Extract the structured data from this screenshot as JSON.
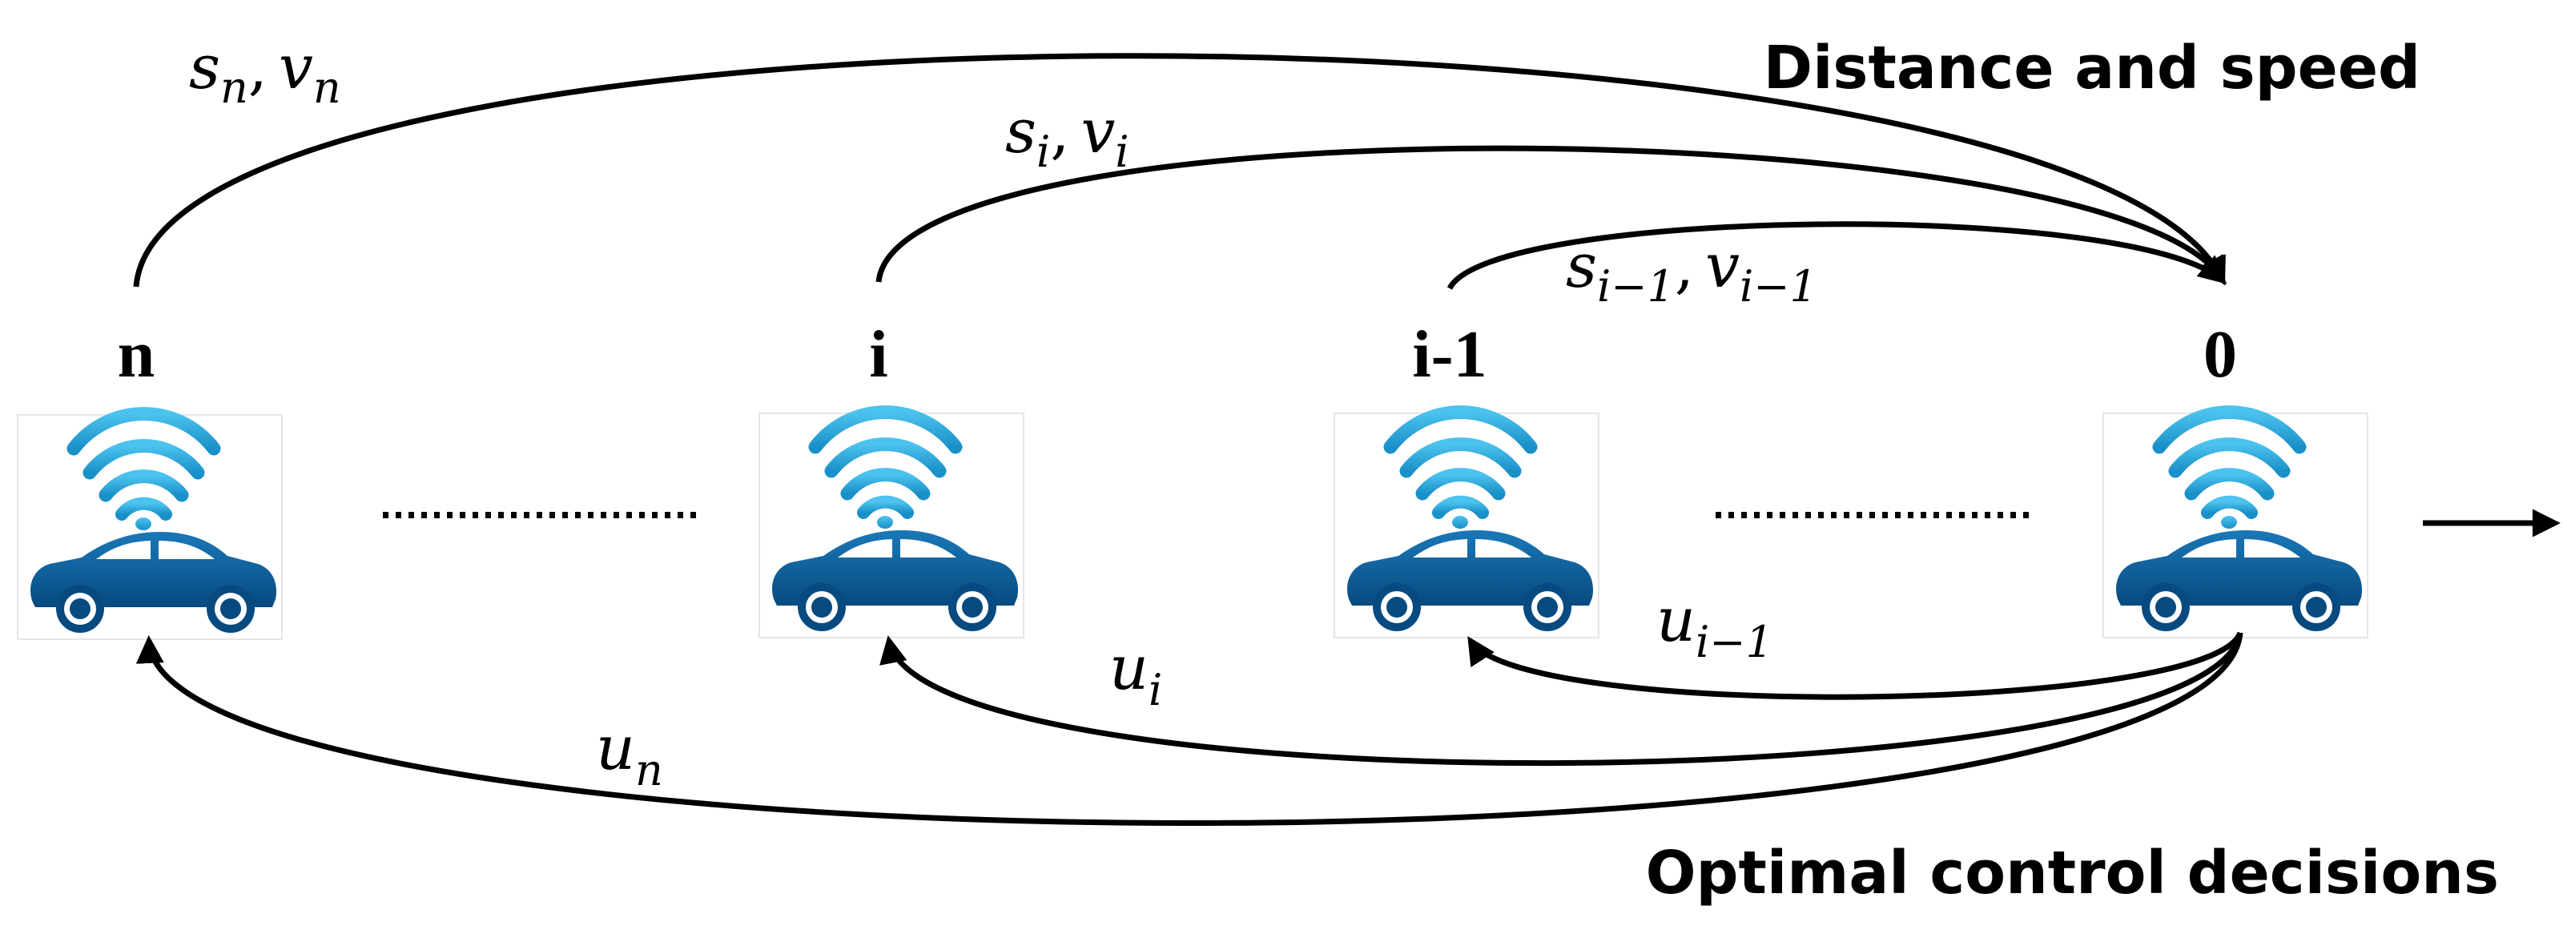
{
  "vehicles": [
    {
      "label": "n"
    },
    {
      "label": "i"
    },
    {
      "label": "i-1"
    },
    {
      "label": "0"
    }
  ],
  "feedback_labels": {
    "n": {
      "s": "s",
      "s_sub": "n",
      "sep": ",",
      "v": "v",
      "v_sub": "n"
    },
    "i": {
      "s": "s",
      "s_sub": "i",
      "sep": ",",
      "v": "v",
      "v_sub": "i"
    },
    "im1": {
      "s": "s",
      "s_sub": "i−1",
      "sep": ",",
      "v": "v",
      "v_sub": "i−1"
    }
  },
  "control_labels": {
    "n": {
      "u": "u",
      "u_sub": "n"
    },
    "i": {
      "u": "u",
      "u_sub": "i"
    },
    "im1": {
      "u": "u",
      "u_sub": "i−1"
    }
  },
  "captions": {
    "top": "Distance and speed",
    "bottom": "Optimal control decisions"
  },
  "icon": "connected-car-icon",
  "colors": {
    "car_body": "#0b5a94",
    "car_window": "#ffffff",
    "wifi": "#2aa8dc",
    "arrows": "#000000"
  }
}
